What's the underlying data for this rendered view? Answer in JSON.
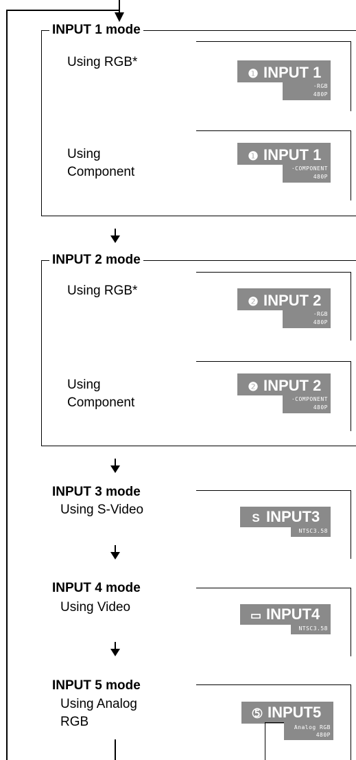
{
  "sections": [
    {
      "title": "INPUT 1 mode",
      "rows": [
        {
          "label": "Using RGB*",
          "display": {
            "icon": "❶",
            "title": "INPUT 1",
            "line1": "·RGB",
            "line2": "480P"
          }
        },
        {
          "label": "Using\nComponent",
          "display": {
            "icon": "❶",
            "title": "INPUT 1",
            "line1": "·COMPONENT",
            "line2": "480P"
          }
        }
      ]
    },
    {
      "title": "INPUT 2 mode",
      "rows": [
        {
          "label": "Using RGB*",
          "display": {
            "icon": "❷",
            "title": "INPUT 2",
            "line1": "·RGB",
            "line2": "480P"
          }
        },
        {
          "label": "Using\nComponent",
          "display": {
            "icon": "❷",
            "title": "INPUT 2",
            "line1": "·COMPONENT",
            "line2": "480P"
          }
        }
      ]
    },
    {
      "title": "INPUT 3 mode",
      "rows": [
        {
          "label": "Using S-Video",
          "display": {
            "icon": "S",
            "title": "INPUT3",
            "line1": "NTSC3.58",
            "line2": ""
          }
        }
      ]
    },
    {
      "title": "INPUT 4 mode",
      "rows": [
        {
          "label": "Using Video",
          "display": {
            "icon": "▭",
            "title": "INPUT4",
            "line1": "NTSC3.58",
            "line2": ""
          }
        }
      ]
    },
    {
      "title": "INPUT 5 mode",
      "rows": [
        {
          "label": "Using Analog\nRGB",
          "display": {
            "icon": "➄",
            "title": "INPUT5",
            "line1": "Analog RGB",
            "line2": "480P"
          }
        }
      ]
    }
  ]
}
